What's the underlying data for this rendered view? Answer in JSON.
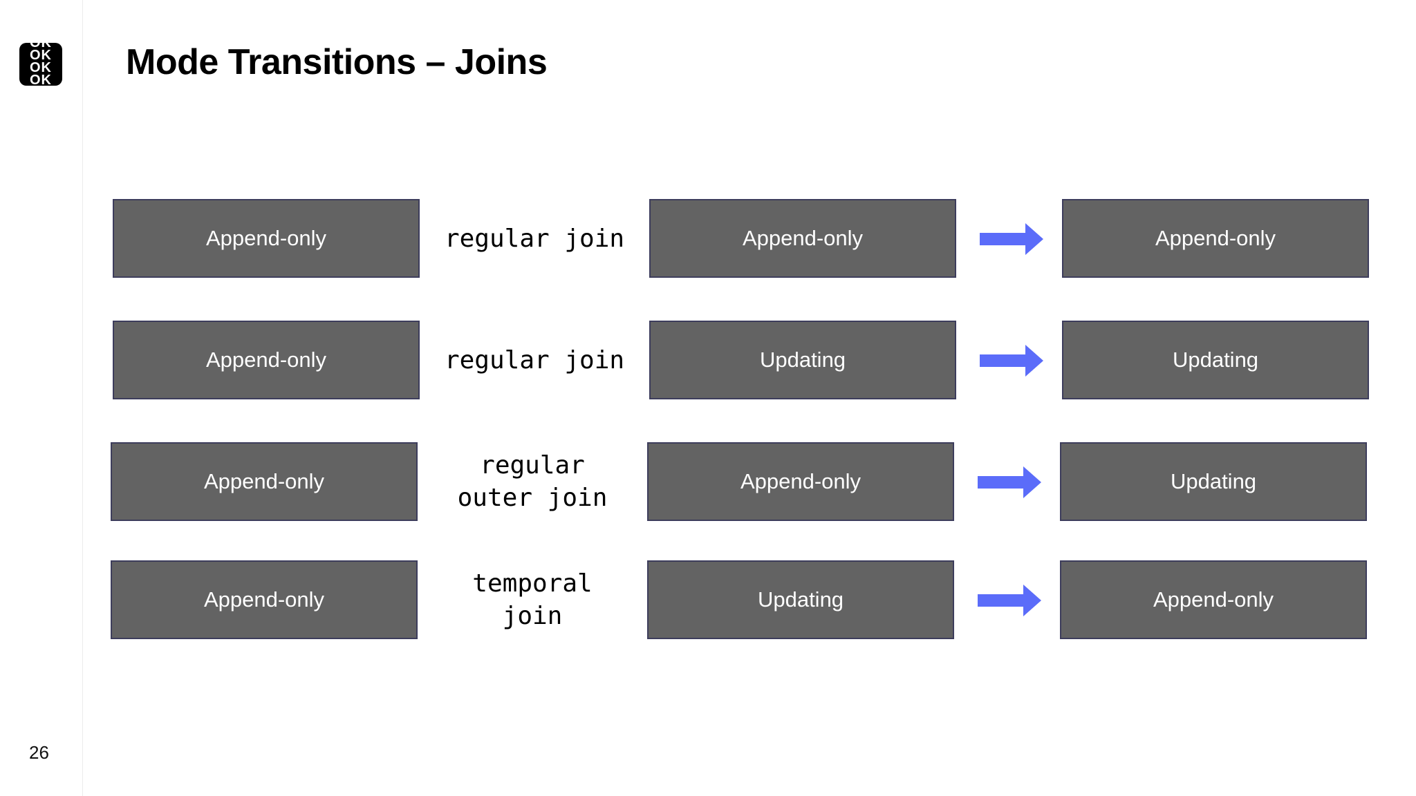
{
  "sidebar": {
    "logo_text": [
      "OK",
      "OK",
      "OK",
      "OK"
    ],
    "page_number": "26"
  },
  "slide": {
    "title": "Mode Transitions – Joins"
  },
  "colors": {
    "box_fill": "#636363",
    "box_border": "#3d3d5c",
    "arrow": "#5b6cf9"
  },
  "rows": [
    {
      "left_input": "Append-only",
      "operation": "regular join",
      "right_input": "Append-only",
      "output": "Append-only"
    },
    {
      "left_input": "Append-only",
      "operation": "regular join",
      "right_input": "Updating",
      "output": "Updating"
    },
    {
      "left_input": "Append-only",
      "operation": "regular\nouter join",
      "right_input": "Append-only",
      "output": "Updating"
    },
    {
      "left_input": "Append-only",
      "operation": "temporal\njoin",
      "right_input": "Updating",
      "output": "Append-only"
    }
  ]
}
